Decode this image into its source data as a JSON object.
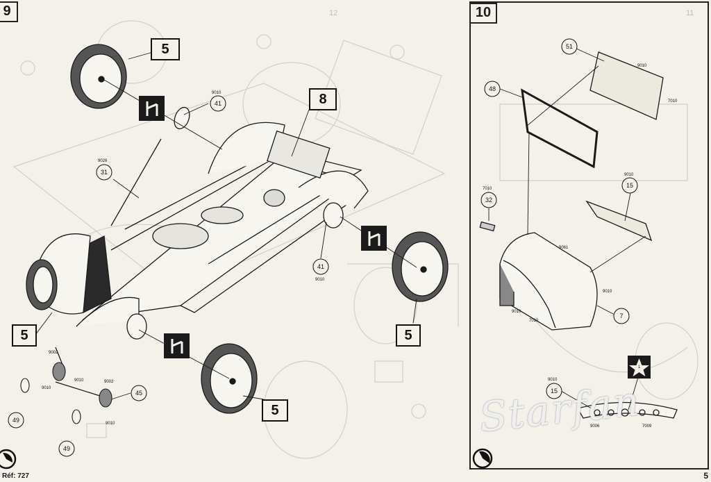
{
  "steps": {
    "left": {
      "number": "9"
    },
    "right": {
      "number": "10"
    },
    "next_step_ghost": "11",
    "ghost_left": "12"
  },
  "left_panel": {
    "boxes": [
      "5",
      "8",
      "5",
      "5",
      "5"
    ],
    "callouts": [
      {
        "num": "41",
        "code": "9010"
      },
      {
        "num": "31",
        "code": "9026"
      },
      {
        "num": "41",
        "code": "9010"
      },
      {
        "num": "45",
        "code": ""
      },
      {
        "num": "49",
        "code": ""
      },
      {
        "num": "49",
        "code": ""
      }
    ],
    "codes": [
      "9002",
      "9010",
      "9010",
      "9002",
      "9010"
    ]
  },
  "right_panel": {
    "callouts": [
      {
        "num": "51",
        "code": ""
      },
      {
        "num": "48",
        "code": ""
      },
      {
        "num": "32",
        "code": "7010"
      },
      {
        "num": "15",
        "code": "9010"
      },
      {
        "num": "7",
        "code": ""
      },
      {
        "num": "15",
        "code": "9010"
      }
    ],
    "codes": [
      "9010",
      "7010",
      "9061",
      "9010",
      "9010",
      "7010",
      "9006",
      "7009"
    ],
    "star_label": "1"
  },
  "footer": {
    "ref": "Réf: 727",
    "page_number": "5"
  },
  "watermark": "Starfan",
  "colors": {
    "paper": "#f3f1ea",
    "ink": "#1a1a1a",
    "ghost": "#c9c9c6"
  }
}
